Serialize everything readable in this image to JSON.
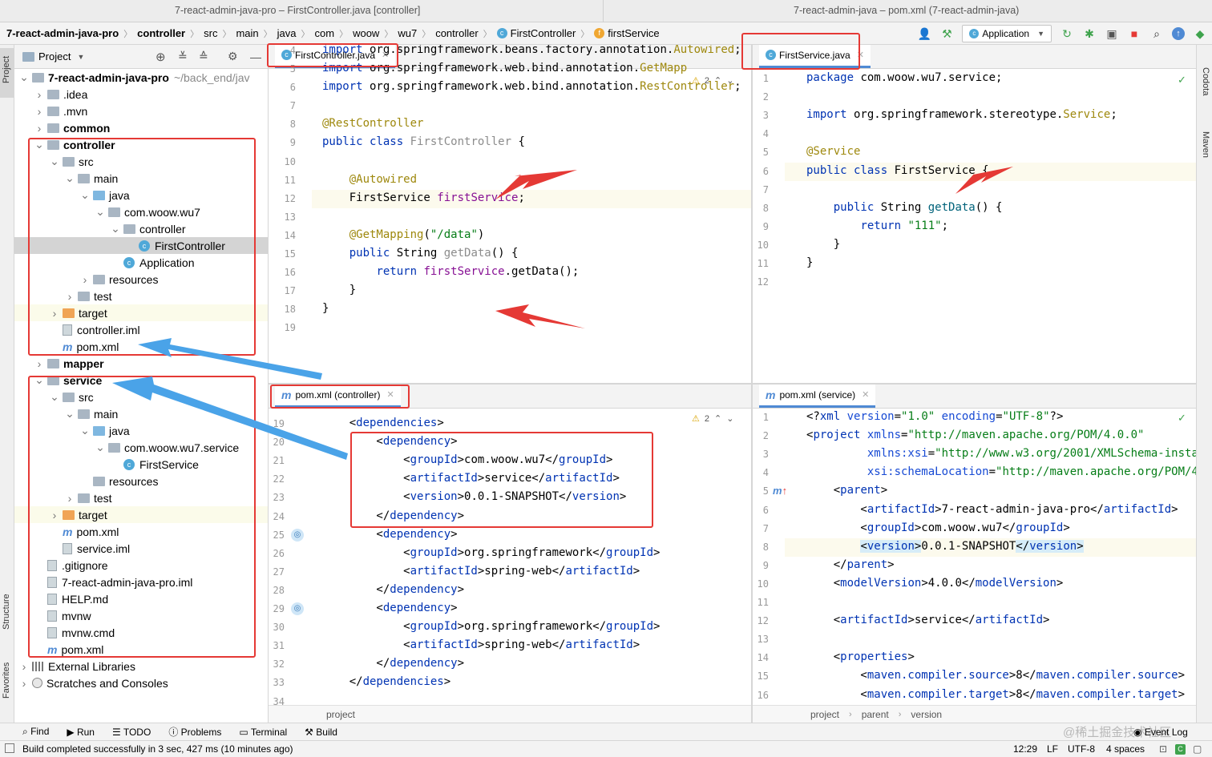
{
  "titlebar": {
    "left": "7-react-admin-java-pro – FirstController.java [controller]",
    "right": "7-react-admin-java – pom.xml (7-react-admin-java)"
  },
  "navbar": {
    "crumbs": [
      "7-react-admin-java-pro",
      "controller",
      "src",
      "main",
      "java",
      "com",
      "woow",
      "wu7",
      "controller",
      "FirstController",
      "firstService"
    ],
    "run_config": "Application"
  },
  "project_panel": {
    "title": "Project",
    "tree": [
      {
        "label": "7-react-admin-java-pro",
        "suffix": "~/back_end/jav",
        "depth": 0,
        "kind": "module",
        "open": true,
        "bold": true
      },
      {
        "label": ".idea",
        "depth": 1,
        "kind": "folder",
        "open": false
      },
      {
        "label": ".mvn",
        "depth": 1,
        "kind": "folder",
        "open": false
      },
      {
        "label": "common",
        "depth": 1,
        "kind": "module",
        "open": false,
        "bold": true
      },
      {
        "label": "controller",
        "depth": 1,
        "kind": "module",
        "open": true,
        "bold": true
      },
      {
        "label": "src",
        "depth": 2,
        "kind": "folder",
        "open": true
      },
      {
        "label": "main",
        "depth": 3,
        "kind": "folder",
        "open": true
      },
      {
        "label": "java",
        "depth": 4,
        "kind": "src",
        "open": true
      },
      {
        "label": "com.woow.wu7",
        "depth": 5,
        "kind": "folder",
        "open": true
      },
      {
        "label": "controller",
        "depth": 6,
        "kind": "folder",
        "open": true
      },
      {
        "label": "FirstController",
        "depth": 7,
        "kind": "class",
        "selected": true
      },
      {
        "label": "Application",
        "depth": 6,
        "kind": "class"
      },
      {
        "label": "resources",
        "depth": 4,
        "kind": "folder",
        "open": false
      },
      {
        "label": "test",
        "depth": 3,
        "kind": "folder",
        "open": false
      },
      {
        "label": "target",
        "depth": 2,
        "kind": "target",
        "open": false,
        "hl": true
      },
      {
        "label": "controller.iml",
        "depth": 2,
        "kind": "file"
      },
      {
        "label": "pom.xml",
        "depth": 2,
        "kind": "maven"
      },
      {
        "label": "mapper",
        "depth": 1,
        "kind": "module",
        "open": false,
        "bold": true
      },
      {
        "label": "service",
        "depth": 1,
        "kind": "module",
        "open": true,
        "bold": true
      },
      {
        "label": "src",
        "depth": 2,
        "kind": "folder",
        "open": true
      },
      {
        "label": "main",
        "depth": 3,
        "kind": "folder",
        "open": true
      },
      {
        "label": "java",
        "depth": 4,
        "kind": "src",
        "open": true
      },
      {
        "label": "com.woow.wu7.service",
        "depth": 5,
        "kind": "folder",
        "open": true
      },
      {
        "label": "FirstService",
        "depth": 6,
        "kind": "class"
      },
      {
        "label": "resources",
        "depth": 4,
        "kind": "folder",
        "leaf": true
      },
      {
        "label": "test",
        "depth": 3,
        "kind": "folder",
        "open": false
      },
      {
        "label": "target",
        "depth": 2,
        "kind": "target",
        "open": false,
        "hl": true
      },
      {
        "label": "pom.xml",
        "depth": 2,
        "kind": "maven"
      },
      {
        "label": "service.iml",
        "depth": 2,
        "kind": "file"
      },
      {
        "label": ".gitignore",
        "depth": 1,
        "kind": "file"
      },
      {
        "label": "7-react-admin-java-pro.iml",
        "depth": 1,
        "kind": "file"
      },
      {
        "label": "HELP.md",
        "depth": 1,
        "kind": "file"
      },
      {
        "label": "mvnw",
        "depth": 1,
        "kind": "file"
      },
      {
        "label": "mvnw.cmd",
        "depth": 1,
        "kind": "file"
      },
      {
        "label": "pom.xml",
        "depth": 1,
        "kind": "maven"
      },
      {
        "label": "External Libraries",
        "depth": 0,
        "kind": "lib",
        "open": false
      },
      {
        "label": "Scratches and Consoles",
        "depth": 0,
        "kind": "scratch",
        "open": false
      }
    ]
  },
  "editors": {
    "top_left": {
      "tab": "FirstController.java",
      "warn_count": "2",
      "lines": [
        {
          "n": "4",
          "html": "<span class=\"kw\">import</span> org.springframework.beans.factory.annotation.<span class=\"an\">Autowired</span>;"
        },
        {
          "n": "5",
          "html": "<span class=\"kw\">import</span> org.springframework.web.bind.annotation.<span class=\"an\">GetMapp</span>"
        },
        {
          "n": "6",
          "html": "<span class=\"kw\">import</span> org.springframework.web.bind.annotation.<span class=\"an\">RestController</span>;"
        },
        {
          "n": "7",
          "html": ""
        },
        {
          "n": "8",
          "html": "<span class=\"an\">@RestController</span>"
        },
        {
          "n": "9",
          "html": "<span class=\"kw\">public class</span> <span class=\"gr\">FirstController</span> {"
        },
        {
          "n": "10",
          "html": ""
        },
        {
          "n": "11",
          "html": "    <span class=\"an\">@Autowired</span>"
        },
        {
          "n": "12",
          "html": "    FirstService <span class=\"fd\">firstService</span>;",
          "hl": true
        },
        {
          "n": "13",
          "html": ""
        },
        {
          "n": "14",
          "html": "    <span class=\"an\">@GetMapping</span>(<span class=\"st\">\"/data\"</span>)"
        },
        {
          "n": "15",
          "html": "    <span class=\"kw\">public</span> String <span class=\"gr\">getData</span>() {"
        },
        {
          "n": "16",
          "html": "        <span class=\"kw\">return</span> <span class=\"fd\">firstService</span>.getData();"
        },
        {
          "n": "17",
          "html": "    }"
        },
        {
          "n": "18",
          "html": "}"
        },
        {
          "n": "19",
          "html": ""
        }
      ]
    },
    "top_right": {
      "tab": "FirstService.java",
      "lines": [
        {
          "n": "1",
          "html": "<span class=\"kw\">package</span> com.woow.wu7.service;"
        },
        {
          "n": "2",
          "html": ""
        },
        {
          "n": "3",
          "html": "<span class=\"kw\">import</span> org.springframework.stereotype.<span class=\"an\">Service</span>;"
        },
        {
          "n": "4",
          "html": ""
        },
        {
          "n": "5",
          "html": "<span class=\"an\">@Service</span>"
        },
        {
          "n": "6",
          "html": "<span class=\"kw\">public class</span> FirstService {",
          "hl": true
        },
        {
          "n": "7",
          "html": ""
        },
        {
          "n": "8",
          "html": "    <span class=\"kw\">public</span> String <span class=\"mt\">getData</span>() {"
        },
        {
          "n": "9",
          "html": "        <span class=\"kw\">return</span> <span class=\"st\">\"111\"</span>;"
        },
        {
          "n": "10",
          "html": "    }"
        },
        {
          "n": "11",
          "html": "}"
        },
        {
          "n": "12",
          "html": ""
        }
      ]
    },
    "bottom_left": {
      "tab": "pom.xml (controller)",
      "warn_count": "2",
      "breadcrumb": "project",
      "lines": [
        {
          "n": "19",
          "html": "    &lt;<span class=\"tg\">dependencies</span>&gt;"
        },
        {
          "n": "20",
          "html": "        &lt;<span class=\"tg\">dependency</span>&gt;"
        },
        {
          "n": "21",
          "html": "            &lt;<span class=\"tg\">groupId</span>&gt;com.woow.wu7&lt;/<span class=\"tg\">groupId</span>&gt;"
        },
        {
          "n": "22",
          "html": "            &lt;<span class=\"tg\">artifactId</span>&gt;service&lt;/<span class=\"tg\">artifactId</span>&gt;"
        },
        {
          "n": "23",
          "html": "            &lt;<span class=\"tg\">version</span>&gt;0.0.1-SNAPSHOT&lt;/<span class=\"tg\">version</span>&gt;"
        },
        {
          "n": "24",
          "html": "        &lt;/<span class=\"tg\">dependency</span>&gt;"
        },
        {
          "n": "25",
          "html": "        &lt;<span class=\"tg\">dependency</span>&gt;"
        },
        {
          "n": "26",
          "html": "            &lt;<span class=\"tg\">groupId</span>&gt;org.springframework&lt;/<span class=\"tg\">groupId</span>&gt;"
        },
        {
          "n": "27",
          "html": "            &lt;<span class=\"tg\">artifactId</span>&gt;spring-web&lt;/<span class=\"tg\">artifactId</span>&gt;"
        },
        {
          "n": "28",
          "html": "        &lt;/<span class=\"tg\">dependency</span>&gt;"
        },
        {
          "n": "29",
          "html": "        &lt;<span class=\"tg\">dependency</span>&gt;"
        },
        {
          "n": "30",
          "html": "            &lt;<span class=\"tg\">groupId</span>&gt;org.springframework&lt;/<span class=\"tg\">groupId</span>&gt;"
        },
        {
          "n": "31",
          "html": "            &lt;<span class=\"tg\">artifactId</span>&gt;spring-web&lt;/<span class=\"tg\">artifactId</span>&gt;"
        },
        {
          "n": "32",
          "html": "        &lt;/<span class=\"tg\">dependency</span>&gt;"
        },
        {
          "n": "33",
          "html": "    &lt;/<span class=\"tg\">dependencies</span>&gt;"
        },
        {
          "n": "34",
          "html": ""
        }
      ]
    },
    "bottom_right": {
      "tab": "pom.xml (service)",
      "breadcrumb": [
        "project",
        "parent",
        "version"
      ],
      "lines": [
        {
          "n": "1",
          "html": "&lt;?<span class=\"tg\">xml</span> <span class=\"at\">version</span>=<span class=\"av\">\"1.0\"</span> <span class=\"at\">encoding</span>=<span class=\"av\">\"UTF-8\"</span>?&gt;"
        },
        {
          "n": "2",
          "html": "&lt;<span class=\"tg\">project</span> <span class=\"at\">xmlns</span>=<span class=\"av\">\"http://maven.apache.org/POM/4.0.0\"</span>"
        },
        {
          "n": "3",
          "html": "         <span class=\"at\">xmlns:xsi</span>=<span class=\"av\">\"http://www.w3.org/2001/XMLSchema-insta</span>"
        },
        {
          "n": "4",
          "html": "         <span class=\"at\">xsi:schemaLocation</span>=<span class=\"av\">\"http://maven.apache.org/POM/4</span>"
        },
        {
          "n": "5",
          "html": "    &lt;<span class=\"tg\">parent</span>&gt;"
        },
        {
          "n": "6",
          "html": "        &lt;<span class=\"tg\">artifactId</span>&gt;7-react-admin-java-pro&lt;/<span class=\"tg\">artifactId</span>&gt;"
        },
        {
          "n": "7",
          "html": "        &lt;<span class=\"tg\">groupId</span>&gt;com.woow.wu7&lt;/<span class=\"tg\">groupId</span>&gt;"
        },
        {
          "n": "8",
          "html": "        <span style=\"background:#d6ecf8\">&lt;<span class=\"tg\">version</span>&gt;</span>0.0.1-SNAPSHOT<span style=\"background:#d6ecf8\">&lt;/<span class=\"tg\">version</span>&gt;</span>",
          "hl": true
        },
        {
          "n": "9",
          "html": "    &lt;/<span class=\"tg\">parent</span>&gt;"
        },
        {
          "n": "10",
          "html": "    &lt;<span class=\"tg\">modelVersion</span>&gt;4.0.0&lt;/<span class=\"tg\">modelVersion</span>&gt;"
        },
        {
          "n": "11",
          "html": ""
        },
        {
          "n": "12",
          "html": "    &lt;<span class=\"tg\">artifactId</span>&gt;service&lt;/<span class=\"tg\">artifactId</span>&gt;"
        },
        {
          "n": "13",
          "html": ""
        },
        {
          "n": "14",
          "html": "    &lt;<span class=\"tg\">properties</span>&gt;"
        },
        {
          "n": "15",
          "html": "        &lt;<span class=\"tg\">maven.compiler.source</span>&gt;8&lt;/<span class=\"tg\">maven.compiler.source</span>&gt;"
        },
        {
          "n": "16",
          "html": "        &lt;<span class=\"tg\">maven.compiler.target</span>&gt;8&lt;/<span class=\"tg\">maven.compiler.target</span>&gt;"
        }
      ]
    }
  },
  "tool_windows": {
    "left": [
      "Project",
      "Structure",
      "Favorites"
    ],
    "right": [
      "Codota",
      "Maven"
    ],
    "bottom": [
      "Find",
      "Run",
      "TODO",
      "Problems",
      "Terminal",
      "Build"
    ],
    "event_log": "Event Log"
  },
  "status": {
    "message": "Build completed successfully in 3 sec, 427 ms (10 minutes ago)",
    "position": "12:29",
    "line_sep": "LF",
    "encoding": "UTF-8",
    "indent": "4 spaces"
  },
  "watermark": "@稀土掘金技术社区",
  "colors": {
    "annotation_red": "#e53935",
    "arrow_blue": "#4aa3e8",
    "accent": "#4f8ad4"
  }
}
